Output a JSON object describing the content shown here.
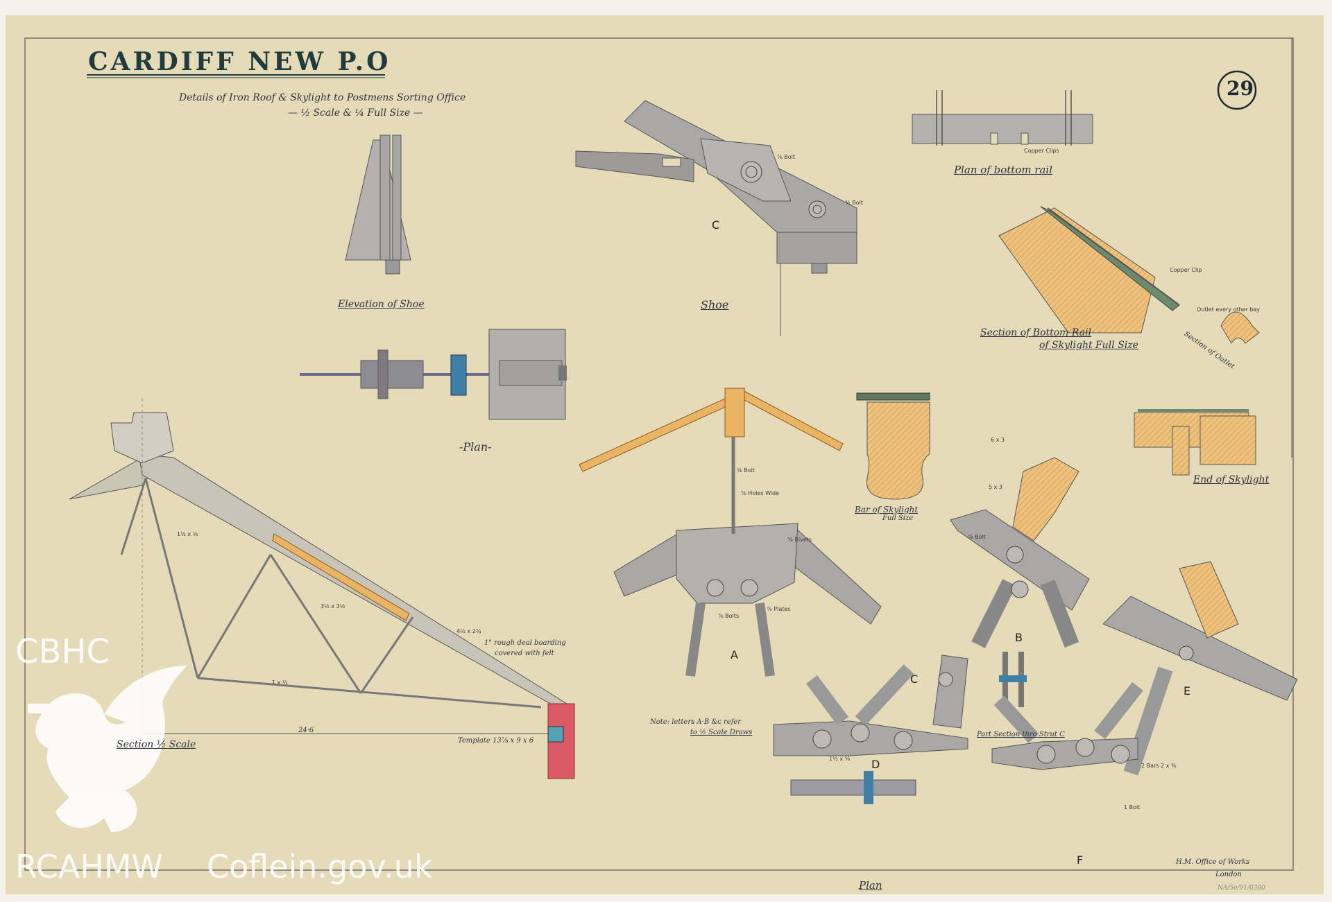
{
  "title": "CARDIFF NEW P.O",
  "subtitle": "Details of Iron Roof & Skylight to Postmens Sorting Office",
  "scale_line": "— ½ Scale & ¼ Full Size —",
  "sheet_number": "29",
  "captions": {
    "elevation_of_shoe": "Elevation of Shoe",
    "shoe": "Shoe",
    "plan": "-Plan-",
    "plan_of_bottom_rail": "Plan of bottom rail",
    "section_bottom_rail_1": "Section of Bottom Rail",
    "section_bottom_rail_2": "of Skylight Full Size",
    "section_of_outlet": "Section of Outlet",
    "end_of_skylight": "End of Skylight",
    "bar_of_skylight_1": "Bar of Skylight",
    "bar_of_skylight_2": "Full Size",
    "section_half_scale": "Section ½ Scale",
    "part_section_strut": "Part Section thro Strut C",
    "plan_bottom": "Plan"
  },
  "notes": {
    "rough_deal_1": "1\" rough deal boarding",
    "rough_deal_2": "covered with felt",
    "note_1": "Note: letters A·B &c refer",
    "note_2": "to ½ Scale Draws",
    "template": "Template 13⅞ x 9 x 6",
    "span": "24·6",
    "copper_clips": "Copper Clips",
    "copper_clip": "Copper Clip",
    "outlet_every": "Outlet every other bay",
    "hm_office_1": "H.M. Office of Works",
    "hm_office_2": "London",
    "ref_number": "NA/5e/91/0380"
  },
  "detail_letters": [
    "A",
    "B",
    "C",
    "D",
    "E",
    "F",
    "C"
  ],
  "dims": [
    "⅞ Bolt",
    "¾ Bolt",
    "⅝ Bolt",
    "⅞ Plates",
    "⅝ Rivets",
    "⅞ Bolts",
    "1½ x ⅜",
    "4½ x 2¾",
    "3½ x 3½",
    "1 x ½",
    "1½ x ⅝",
    "2 Bars 2 x ⅜",
    "⅞ Holes Wide",
    "5 x 3",
    "⅞ Bolt",
    "1 Bolt",
    "6 x 3"
  ],
  "watermark": {
    "cbhc": "CBHC",
    "rcahmw": "RCAHMW",
    "coflein": "Coflein.gov.uk"
  },
  "colors": {
    "paper": "#e7dcbb",
    "ink": "#2a3140",
    "timber": "#e8b56a",
    "steel": "#a7a6a6",
    "blue_bolt": "#3f7fa8",
    "brick": "#dc5a66"
  }
}
